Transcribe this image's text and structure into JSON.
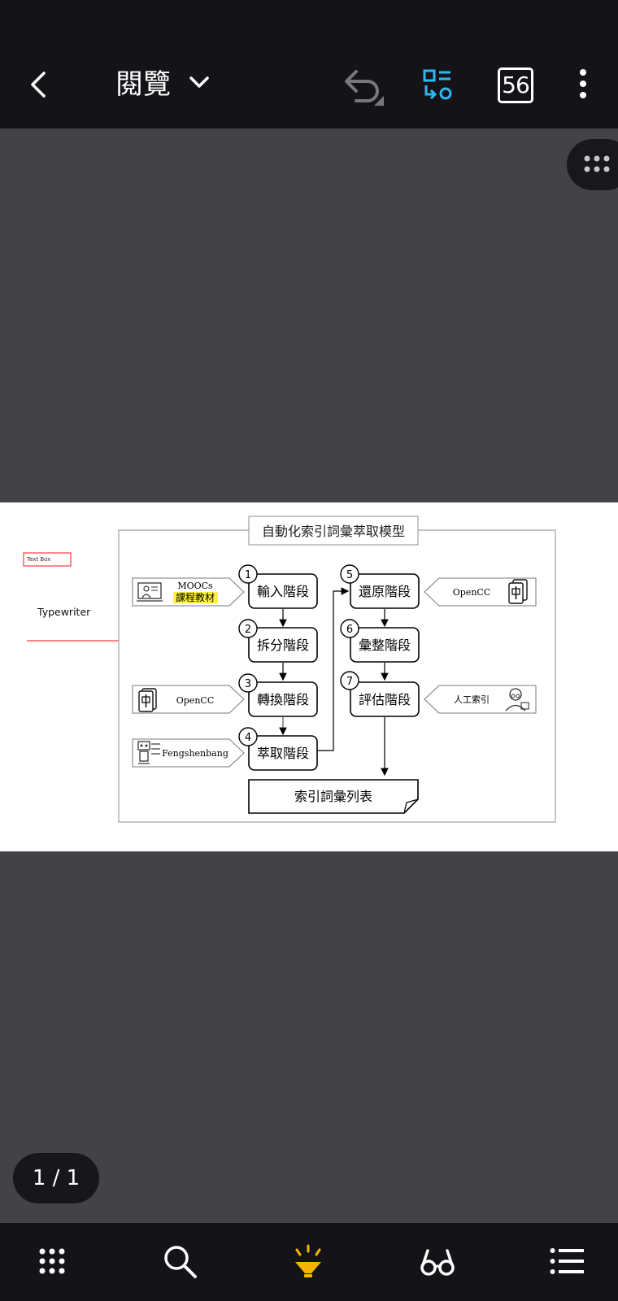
{
  "topbar": {
    "title": "閱覽",
    "back_icon": "chevron-left-icon",
    "dropdown_icon": "chevron-down-icon",
    "undo_icon": "undo-icon",
    "layout_icon": "reflow-layout-icon",
    "page_count_badge": "56",
    "more_icon": "more-vertical-icon",
    "accent": "#2fb8ef"
  },
  "float_menu_icon": "grid-dots-icon",
  "document": {
    "annotations": {
      "text_box": "Text Box",
      "typewriter": "Typewriter",
      "line_color": "#ff4d4d"
    },
    "diagram": {
      "title": "自動化索引詞彙萃取模型",
      "stages": [
        {
          "num": "1",
          "label": "輸入階段"
        },
        {
          "num": "2",
          "label": "拆分階段"
        },
        {
          "num": "3",
          "label": "轉換階段"
        },
        {
          "num": "4",
          "label": "萃取階段"
        },
        {
          "num": "5",
          "label": "還原階段"
        },
        {
          "num": "6",
          "label": "彙整階段"
        },
        {
          "num": "7",
          "label": "評估階段"
        }
      ],
      "inputs_left": [
        {
          "line1": "MOOCs",
          "line2": "課程教材",
          "icon": "teacher-icon"
        },
        {
          "line1": "OpenCC",
          "icon": "mahjong-tile-icon"
        },
        {
          "line1": "Fengshenbang",
          "icon": "robot-icon"
        }
      ],
      "inputs_right": [
        {
          "line1": "OpenCC",
          "icon": "mahjong-tile-icon"
        },
        {
          "line1": "人工索引",
          "icon": "librarian-icon"
        }
      ],
      "output": "索引詞彙列表",
      "highlight_color": "#fff23a"
    }
  },
  "pager": {
    "text": "1 / 1"
  },
  "bottombar": {
    "items": [
      {
        "icon": "apps-grid-icon"
      },
      {
        "icon": "search-icon"
      },
      {
        "icon": "highlight-lamp-icon",
        "color": "#f5b400"
      },
      {
        "icon": "glasses-icon"
      },
      {
        "icon": "list-icon"
      }
    ]
  }
}
